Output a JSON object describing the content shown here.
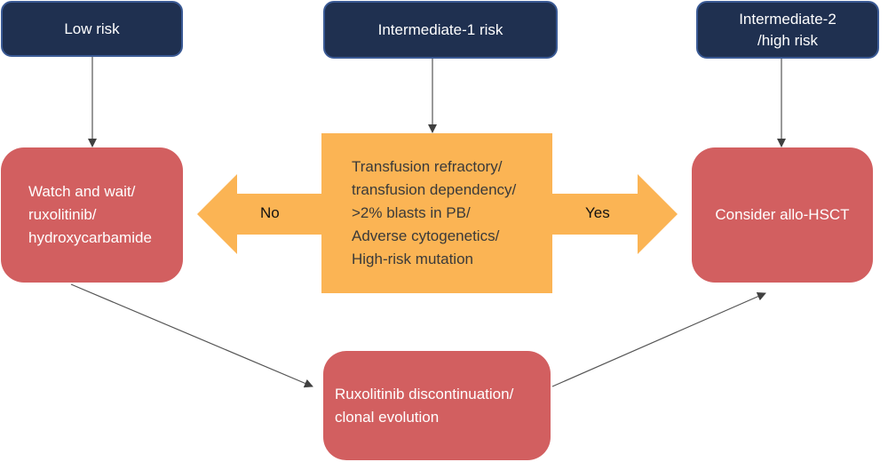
{
  "risk_levels": {
    "low": "Low risk",
    "int1": "Intermediate-1 risk",
    "int2_line1": "Intermediate-2",
    "int2_line2": "/high risk"
  },
  "treatments": {
    "watch": [
      "Watch and wait/",
      "ruxolitinib/",
      "hydroxycarbamide"
    ],
    "hsct": "Consider allo-HSCT",
    "discontinuation": [
      "Ruxolitinib discontinuation/",
      "clonal evolution"
    ]
  },
  "criteria": [
    "Transfusion refractory/",
    "transfusion dependency/",
    ">2% blasts in PB/",
    "Adverse cytogenetics/",
    "High-risk mutation"
  ],
  "decisions": {
    "no": "No",
    "yes": "Yes"
  },
  "colors": {
    "risk_box": "#1f3050",
    "treatment_box": "#d25f60",
    "criteria_box": "#fbb454"
  }
}
